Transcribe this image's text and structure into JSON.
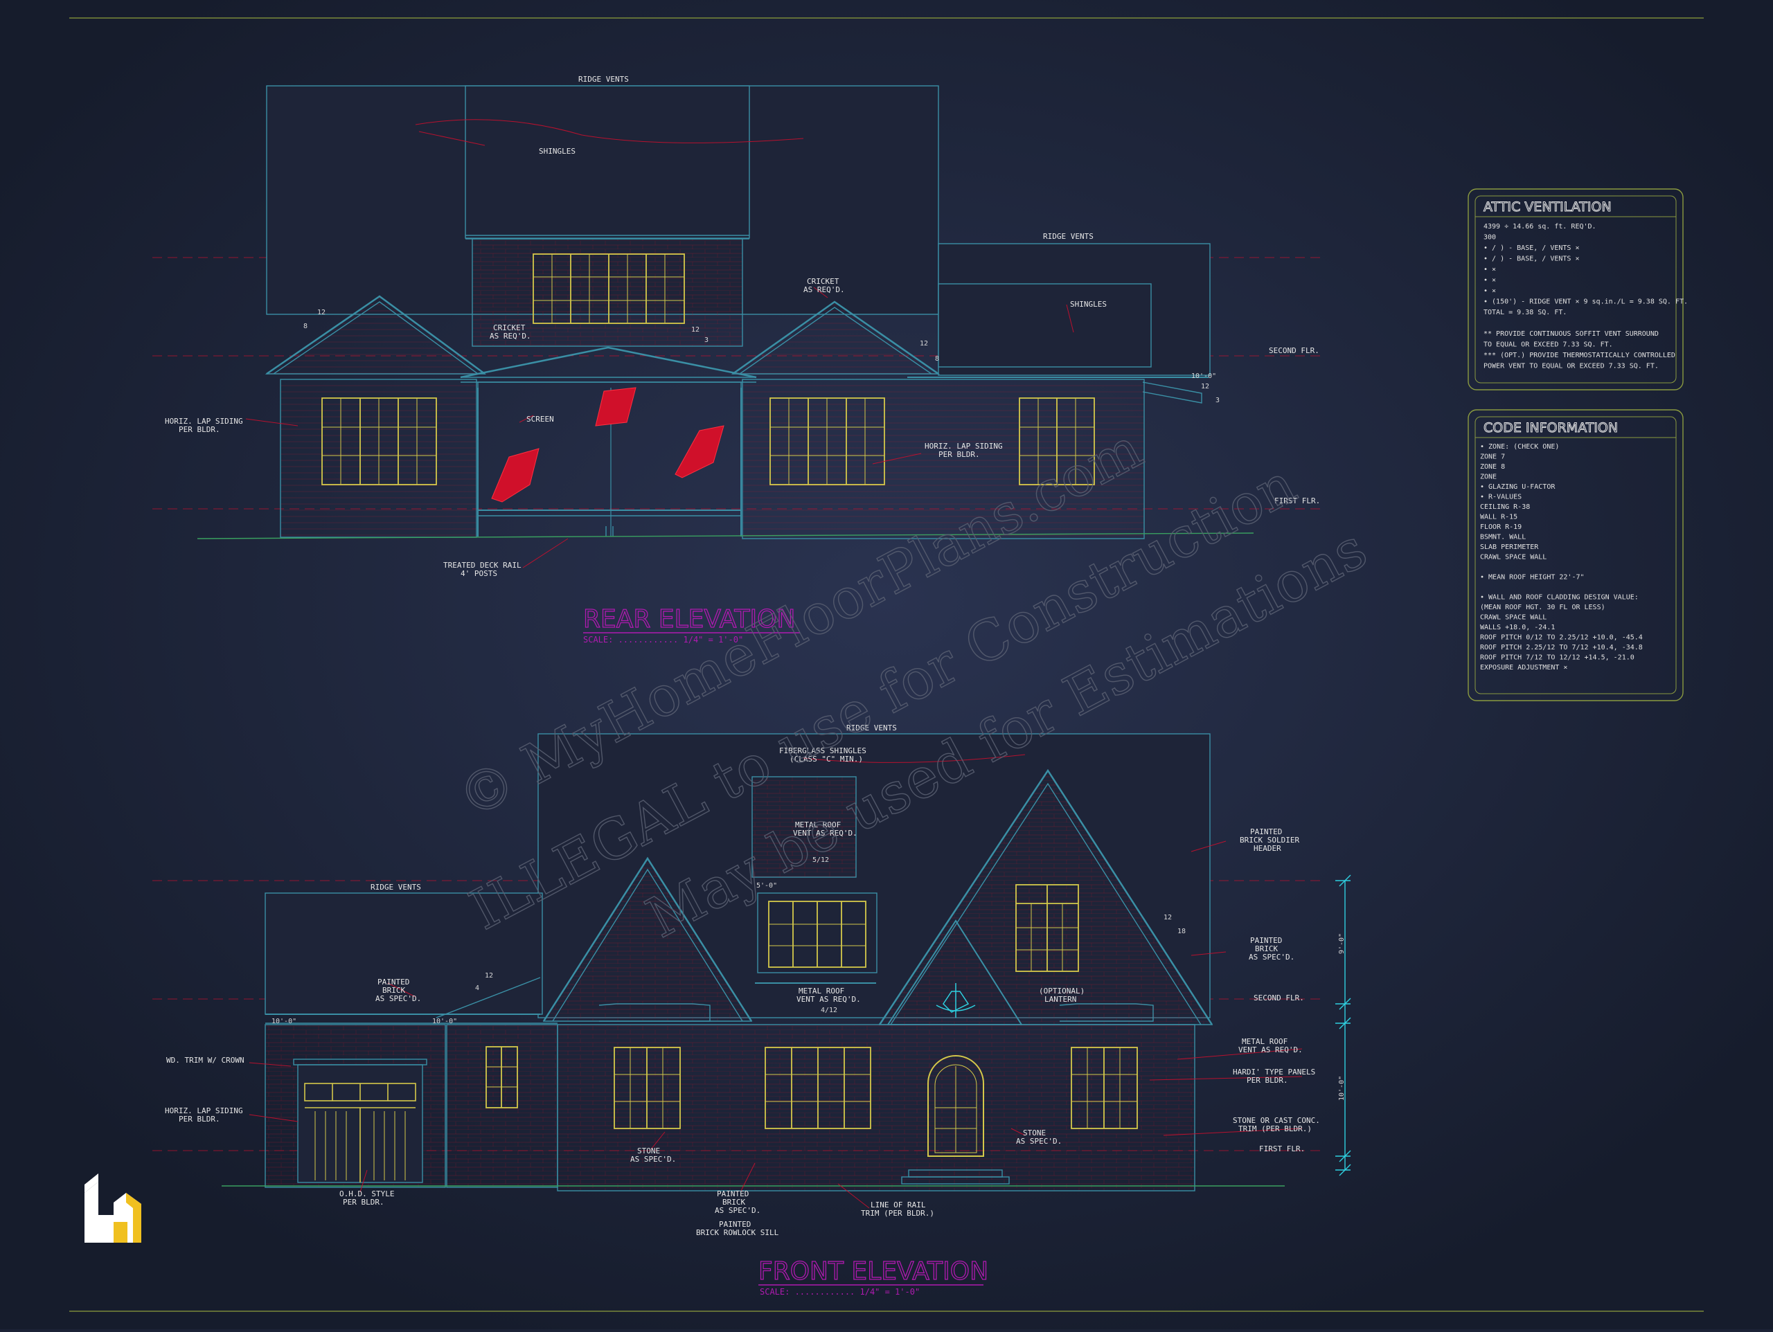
{
  "drawings": {
    "rear": {
      "title": "REAR ELEVATION",
      "scale": "SCALE: ............ 1/4\" = 1'-0\"",
      "labels": {
        "ridge_vents_top": "RIDGE VENTS",
        "shingles_main": "SHINGLES",
        "ridge_vents_right": "RIDGE VENTS",
        "cricket_center": [
          "CRICKET",
          "AS REQ'D."
        ],
        "cricket_left": [
          "CRICKET",
          "AS REQ'D."
        ],
        "shingles_right": "SHINGLES",
        "second_flr": "SECOND FLR.",
        "first_flr": "FIRST FLR.",
        "screen": "SCREEN",
        "siding_left": [
          "HORIZ. LAP SIDING",
          "PER BLDR."
        ],
        "siding_right": [
          "HORIZ. LAP SIDING",
          "PER BLDR."
        ],
        "deck_rail": [
          "TREATED DECK RAIL",
          "4' POSTS"
        ],
        "pitch_12_a": "12",
        "pitch_8_a": "8",
        "pitch_12_b": "12",
        "pitch_3_b": "3",
        "pitch_12_c": "12",
        "pitch_8_c": "8",
        "pitch_12_d": "12",
        "pitch_3_d": "3",
        "dim_10": "10'-0\""
      }
    },
    "front": {
      "title": "FRONT ELEVATION",
      "scale": "SCALE: ............ 1/4\" = 1'-0\"",
      "labels": {
        "ridge_vents_top": "RIDGE VENTS",
        "fiberglass": [
          "FIBERGLASS SHINGLES",
          "(CLASS \"C\" MIN.)"
        ],
        "metal_roof_upper": [
          "METAL ROOF",
          "VENT AS REQ'D."
        ],
        "pitch_5_12": "5/12",
        "ridge_vents_left": "RIDGE VENTS",
        "painted_brick_soldier": [
          "PAINTED",
          "BRICK SOLDIER",
          "HEADER"
        ],
        "painted_brick_right": [
          "PAINTED",
          "BRICK",
          "AS SPEC'D."
        ],
        "painted_brick_left": [
          "PAINTED",
          "BRICK",
          "AS SPEC'D."
        ],
        "metal_roof_center": [
          "METAL ROOF",
          "VENT AS REQ'D."
        ],
        "pitch_4_12": "4/12",
        "lantern": [
          "(OPTIONAL)",
          "LANTERN"
        ],
        "second_flr": "SECOND FLR.",
        "first_flr": "FIRST FLR.",
        "wd_trim": "WD. TRIM W/ CROWN",
        "siding_left": [
          "HORIZ. LAP SIDING",
          "PER BLDR."
        ],
        "metal_roof_right": [
          "METAL ROOF",
          "VENT AS REQ'D."
        ],
        "hardi": [
          "HARDI' TYPE PANELS",
          "PER BLDR."
        ],
        "stone_cast": [
          "STONE OR CAST CONC.",
          "TRIM (PER BLDR.)"
        ],
        "stone_left": [
          "STONE",
          "AS SPEC'D."
        ],
        "stone_right": [
          "STONE",
          "AS SPEC'D."
        ],
        "ohd": [
          "O.H.D. STYLE",
          "PER BLDR."
        ],
        "painted_brick_bottom": [
          "PAINTED",
          "BRICK",
          "AS SPEC'D."
        ],
        "rowlock": [
          "PAINTED",
          "BRICK ROWLOCK SILL"
        ],
        "line_of_rail": [
          "LINE OF RAIL",
          "TRIM (PER BLDR.)"
        ],
        "pitch_12_a": "12",
        "pitch_4_a": "4",
        "pitch_12_b": "12",
        "pitch_18_b": "18",
        "dim_10_a": "10'-0\"",
        "dim_10_b": "10'-0\"",
        "dim_5_0": "5'-0\"",
        "dim_v_upper": "9'-0\"",
        "dim_v_lower": "10'-0\""
      }
    }
  },
  "attic_ventilation": {
    "title": "ATTIC VENTILATION",
    "lines": [
      "4399  ÷ 14.66 sq. ft. REQ'D.",
      "300",
      "• /  ) -           BASE,     /     VENTS  ×",
      "• /  ) -           BASE,     /     VENTS  ×",
      "•                                           ×",
      "•                                           ×",
      "•                                           ×",
      "• (150') - RIDGE VENT × 9 sq.in./L  =  9.38 SQ. FT.",
      "                                  TOTAL  =  9.38 SQ. FT.",
      "",
      "** PROVIDE CONTINUOUS SOFFIT VENT SURROUND",
      "   TO EQUAL OR EXCEED   7.33 SQ. FT.",
      "*** (OPT.) PROVIDE THERMOSTATICALLY CONTROLLED",
      "   POWER VENT TO EQUAL OR EXCEED 7.33  SQ. FT."
    ]
  },
  "code_information": {
    "title": "CODE INFORMATION",
    "lines": [
      "• ZONE: (CHECK ONE)",
      "      ZONE 7",
      "      ZONE 8",
      "      ZONE",
      "• GLAZING U-FACTOR",
      "• R-VALUES",
      "      CEILING              R-38",
      "      WALL                  R-15",
      "      FLOOR                R-19",
      "      BSMNT. WALL",
      "      SLAB PERIMETER",
      "      CRAWL SPACE WALL",
      "",
      "• MEAN ROOF HEIGHT     22'-7\"",
      "",
      "• WALL AND ROOF CLADDING DESIGN VALUE:",
      "  (MEAN ROOF HGT. 30 FL OR LESS)",
      "      CRAWL SPACE WALL",
      "      WALLS                      +18.0, -24.1",
      "      ROOF PITCH 0/12 TO 2.25/12   +10.0, -45.4",
      "      ROOF PITCH 2.25/12 TO 7/12   +10.4, -34.8",
      "      ROOF PITCH 7/12 TO 12/12     +14.5, -21.0",
      "      EXPOSURE ADJUSTMENT        ×"
    ]
  },
  "watermark": {
    "line1": "© MyHomeFloorPlans.com",
    "line2": "ILLEGAL to use for Construction",
    "line3": "May be used for Estimations"
  },
  "colors": {
    "background": "#1c2336",
    "outline": "#3a8fa5",
    "brick": "#c8102e",
    "window": "#d4c84a",
    "title": "#b01ab0",
    "border_line": "#7a8a3a",
    "dimension": "#2fd0e0",
    "logo": "#f0c020"
  },
  "logo_icon": "house-h-logo-icon"
}
